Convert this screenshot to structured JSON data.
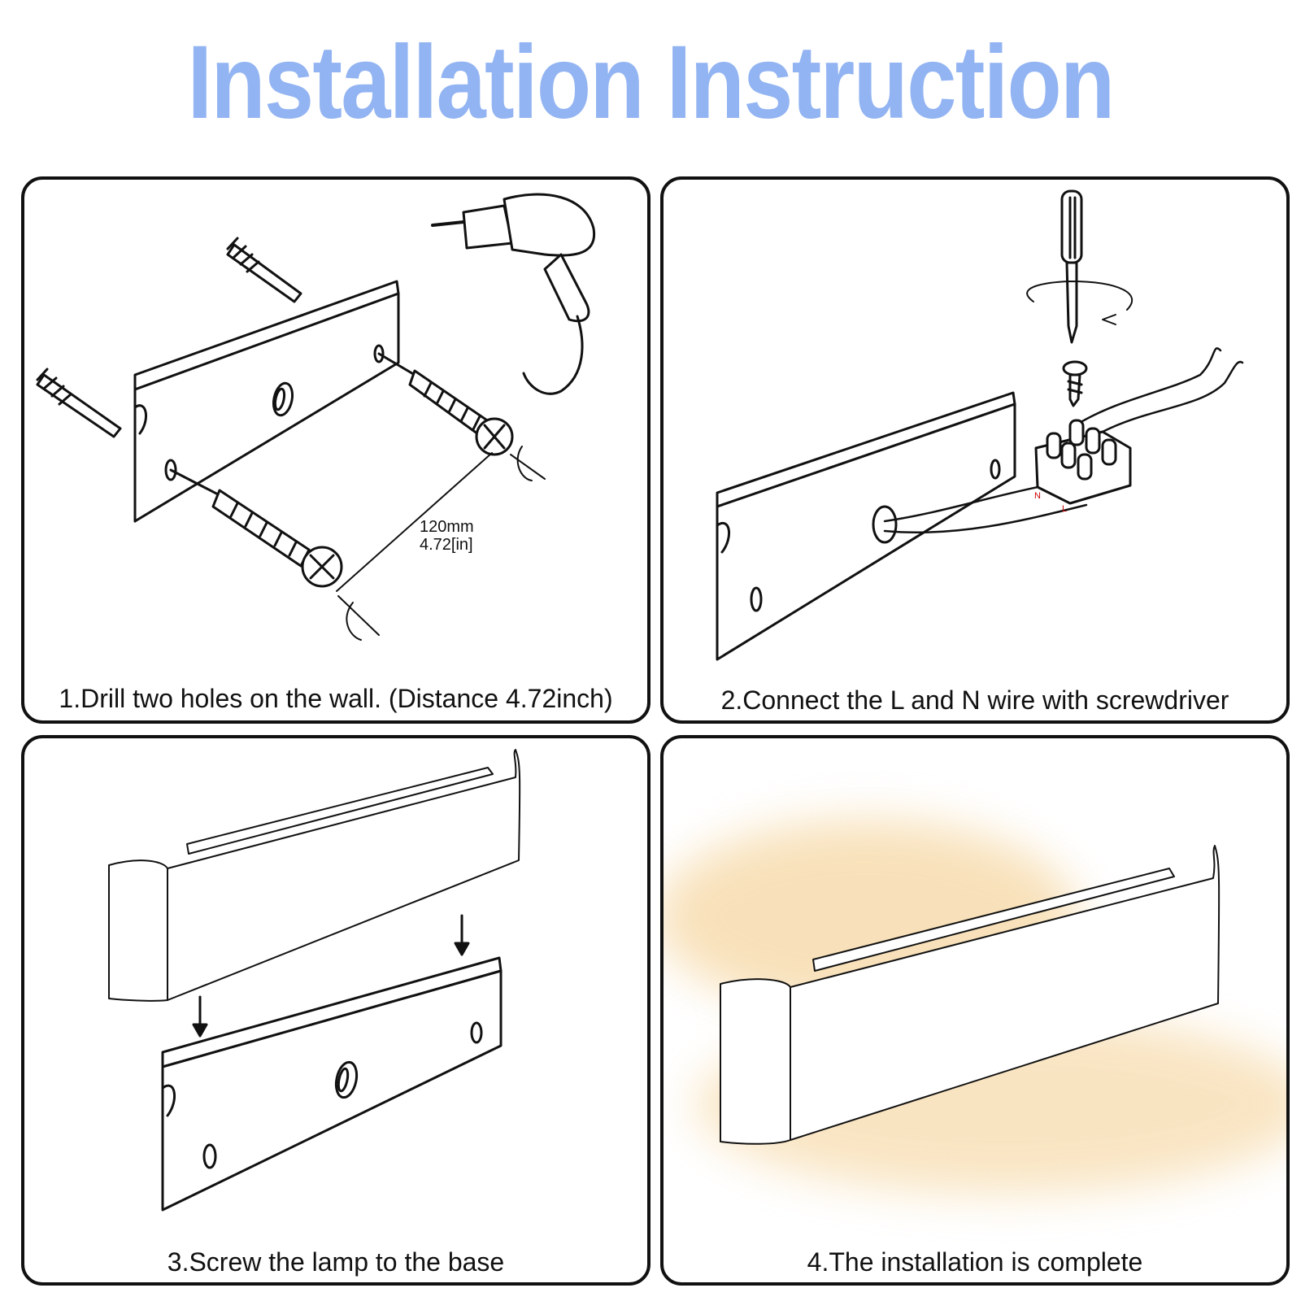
{
  "title": "Installation Instruction",
  "colors": {
    "title": "#93b4f2",
    "glow": "#f7d9a6"
  },
  "steps": [
    {
      "caption": "1.Drill two holes on the wall. (Distance 4.72inch)"
    },
    {
      "caption": "2.Connect the L and N wire with screwdriver"
    },
    {
      "caption": "3.Screw the lamp to the base"
    },
    {
      "caption": "4.The installation is complete"
    }
  ],
  "dimension": {
    "metric": "120mm",
    "imperial": "4.72[in]"
  },
  "wire_labels": {
    "neutral": "N",
    "live": "L"
  }
}
